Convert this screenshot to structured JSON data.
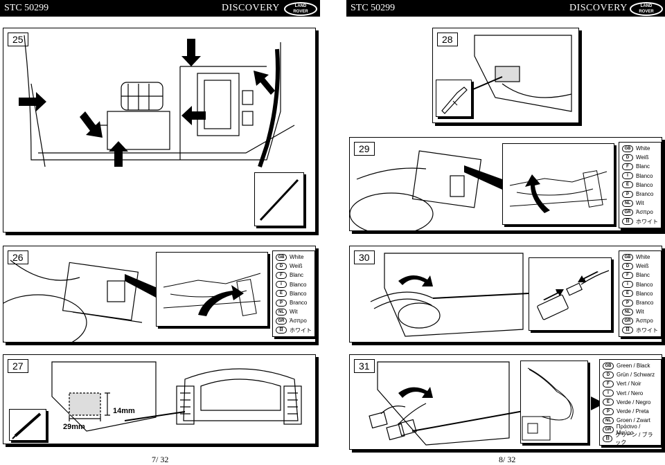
{
  "left_page": {
    "header_code": "STC 50299",
    "header_model": "DISCOVERY",
    "footer_page": "7/ 32"
  },
  "right_page": {
    "header_code": "STC 50299",
    "header_model": "DISCOVERY",
    "footer_page": "8/ 32"
  },
  "logo": {
    "line1": "LAND",
    "line2": "ROVER"
  },
  "steps": {
    "s25": "25",
    "s26": "26",
    "s27": "27",
    "s28": "28",
    "s29": "29",
    "s30": "30",
    "s31": "31"
  },
  "dimensions": {
    "width": "29mm",
    "height": "14mm"
  },
  "legend_white": [
    {
      "code": "GB",
      "text": "White"
    },
    {
      "code": "D",
      "text": "Weiß"
    },
    {
      "code": "F",
      "text": "Blanc"
    },
    {
      "code": "I",
      "text": "Blanco"
    },
    {
      "code": "E",
      "text": "Blanco"
    },
    {
      "code": "P",
      "text": "Branco"
    },
    {
      "code": "NL",
      "text": "Wit"
    },
    {
      "code": "GR",
      "text": "Άσπρο"
    },
    {
      "code": "日",
      "text": "ホワイト"
    }
  ],
  "legend_green_black": [
    {
      "code": "GB",
      "text": "Green / Black"
    },
    {
      "code": "D",
      "text": "Grün / Schwarz"
    },
    {
      "code": "F",
      "text": "Vert / Noir"
    },
    {
      "code": "I",
      "text": "Vert / Nero"
    },
    {
      "code": "E",
      "text": "Verde / Negro"
    },
    {
      "code": "P",
      "text": "Verde / Preta"
    },
    {
      "code": "NL",
      "text": "Groen / Zwart"
    },
    {
      "code": "GR",
      "text": "Πράσινο / Μαύρο"
    },
    {
      "code": "日",
      "text": "グリーン / ブラック"
    }
  ]
}
